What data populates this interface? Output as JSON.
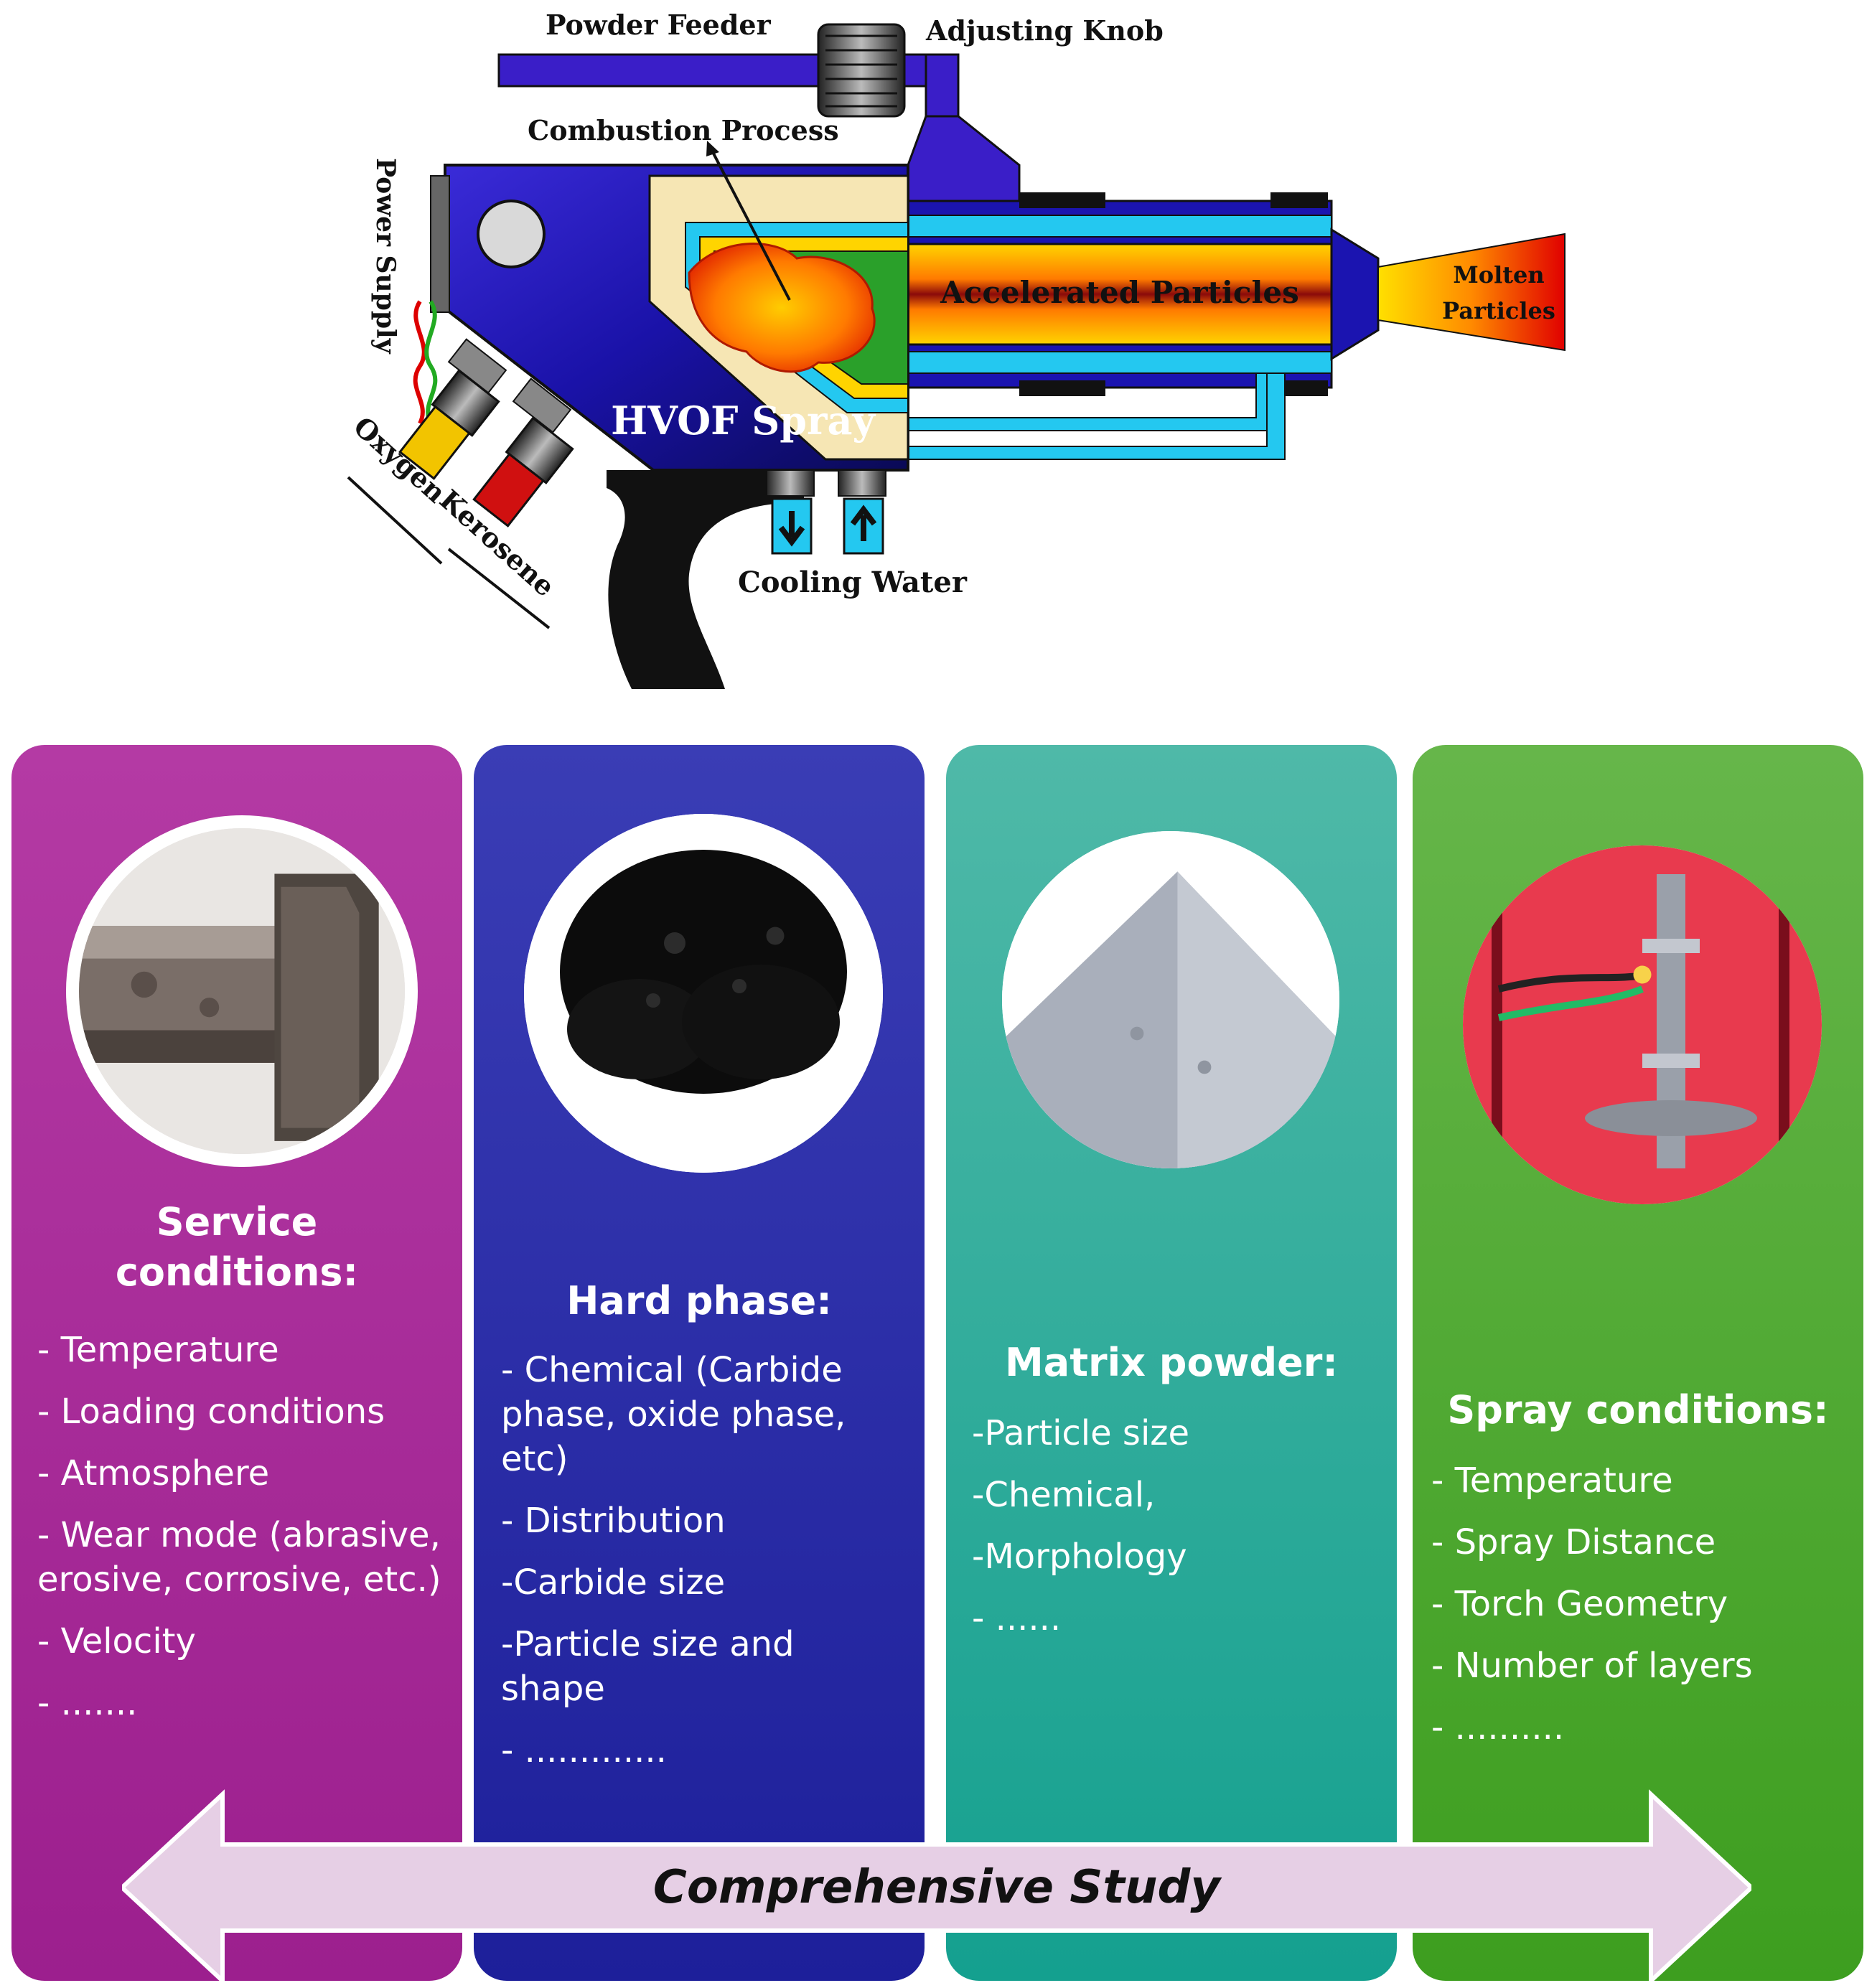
{
  "diagram": {
    "labels": {
      "powder_feeder": "Powder Feeder",
      "adjusting_knob": "Adjusting Knob",
      "combustion_process": "Combustion Process",
      "power_supply": "Power Supply",
      "accelerated_particles": "Accelerated Particles",
      "molten_particles_1": "Molten",
      "molten_particles_2": "Particles",
      "hvof_spray": "HVOF Spray",
      "oxygen": "Oxygen",
      "kerosene": "Kerosene",
      "cooling_water": "Cooling Water"
    }
  },
  "columns": [
    {
      "title": "Service conditions:",
      "items": [
        "-  Temperature",
        "- Loading conditions",
        " - Atmosphere",
        "- Wear mode (abrasive, erosive, corrosive, etc.)",
        "- Velocity",
        " - ......."
      ]
    },
    {
      "title": "Hard phase:",
      "items": [
        "- Chemical (Carbide phase, oxide phase, etc)",
        " - Distribution",
        "-Carbide size",
        "-Particle size and shape",
        "- ............."
      ]
    },
    {
      "title": "Matrix powder:",
      "items": [
        "-Particle size",
        "-Chemical,",
        "-Morphology",
        "- ......"
      ]
    },
    {
      "title": "Spray conditions:",
      "items": [
        "- Temperature",
        "- Spray Distance",
        "- Torch Geometry",
        "- Number of layers",
        "- .........."
      ]
    }
  ],
  "arrow": {
    "label": "Comprehensive Study"
  },
  "colors": {
    "service": "#a52a98",
    "hard_phase": "#23259f",
    "matrix": "#1aa393",
    "spray": "#44a224",
    "arrow_fill": "#e6cfe5"
  }
}
